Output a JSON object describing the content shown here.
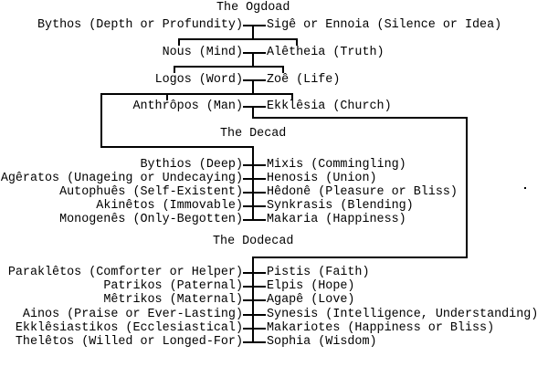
{
  "diagram": {
    "colors": {
      "background": "#ffffff",
      "line": "#000000",
      "text": "#000000"
    },
    "sections": [
      {
        "title": "The Ogdoad",
        "pairs": [
          {
            "left": "Bythos (Depth or Profundity)",
            "right": "Sigê or Ennoia (Silence or Idea)"
          },
          {
            "left": "Nous (Mind)",
            "right": "Alêtheia (Truth)"
          },
          {
            "left": "Logos (Word)",
            "right": "Zoê (Life)"
          },
          {
            "left": "Anthrôpos (Man)",
            "right": "Ekklêsia (Church)"
          }
        ]
      },
      {
        "title": "The Decad",
        "pairs": [
          {
            "left": "Bythios (Deep)",
            "right": "Mixis (Commingling)"
          },
          {
            "left": "Agêratos (Unageing or Undecaying)",
            "right": "Henosis (Union)"
          },
          {
            "left": "Autophuês (Self-Existent)",
            "right": "Hêdonê (Pleasure or Bliss)"
          },
          {
            "left": "Akinêtos (Immovable)",
            "right": "Synkrasis (Blending)"
          },
          {
            "left": "Monogenês (Only-Begotten)",
            "right": "Makaria (Happiness)"
          }
        ]
      },
      {
        "title": "The Dodecad",
        "pairs": [
          {
            "left": "Paraklêtos (Comforter or Helper)",
            "right": "Pistis (Faith)"
          },
          {
            "left": "Patrikos (Paternal)",
            "right": "Elpis (Hope)"
          },
          {
            "left": "Mêtrikos (Maternal)",
            "right": "Agapê (Love)"
          },
          {
            "left": "Ainos (Praise or Ever-Lasting)",
            "right": "Synesis (Intelligence, Understanding)"
          },
          {
            "left": "Ekklêsiastikos (Ecclesiastical)",
            "right": "Makariotes (Happiness or Bliss)"
          },
          {
            "left": "Thelêtos (Willed or Longed-For)",
            "right": "Sophia (Wisdom)"
          }
        ]
      }
    ]
  }
}
